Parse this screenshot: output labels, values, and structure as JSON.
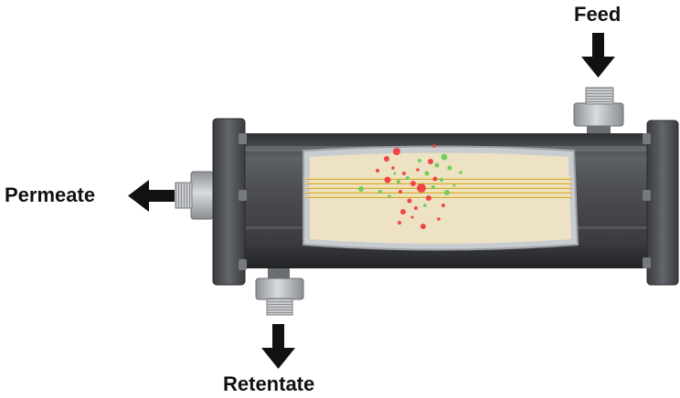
{
  "labels": {
    "feed": "Feed",
    "permeate": "Permeate",
    "retentate": "Retentate"
  },
  "colors": {
    "housing": "#4a4c50",
    "window": "#ede3c4",
    "fibers": "#d4a93a",
    "particle_red": "#ef4545",
    "particle_green": "#6fcf5a",
    "fitting": "#b9bcc0",
    "arrow": "#111111"
  },
  "icons": {
    "feed_arrow": "arrow-down-icon",
    "permeate_arrow": "arrow-left-icon",
    "retentate_arrow": "arrow-down-icon"
  }
}
